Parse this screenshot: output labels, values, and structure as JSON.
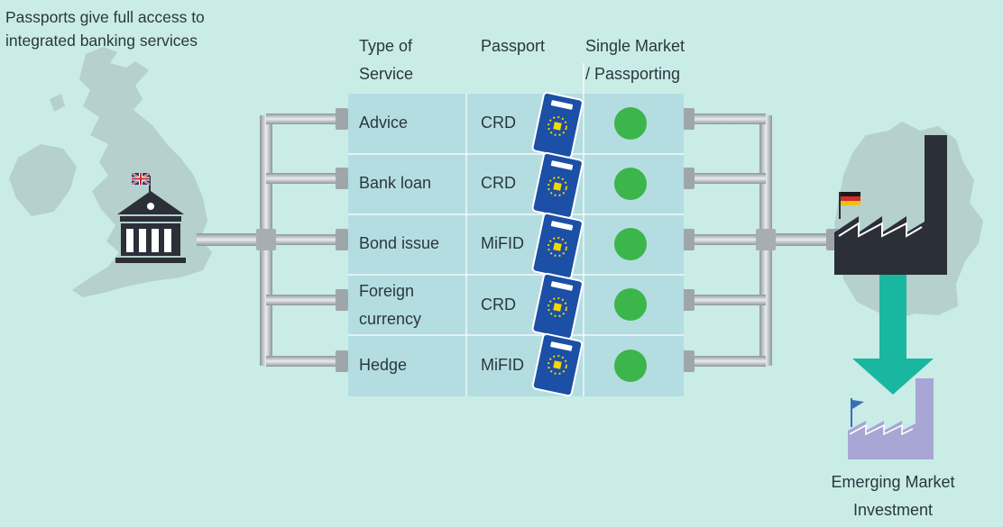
{
  "caption": {
    "line1": "Passports give full access to",
    "line2": "integrated banking services"
  },
  "table": {
    "headers": {
      "service_line1": "Type of",
      "service_line2": "Service",
      "passport": "Passport",
      "single_market_line1": "Single Market",
      "single_market_line2": "/ Passporting"
    },
    "rows": [
      {
        "service_line1": "Advice",
        "service_line2": "",
        "passport": "CRD",
        "passport_doc": "CRD"
      },
      {
        "service_line1": "Bank loan",
        "service_line2": "",
        "passport": "CRD",
        "passport_doc": "CRD"
      },
      {
        "service_line1": "Bond issue",
        "service_line2": "",
        "passport": "MiFID",
        "passport_doc": "MiFID"
      },
      {
        "service_line1": "Foreign",
        "service_line2": "currency",
        "passport": "CRD",
        "passport_doc": "CRD"
      },
      {
        "service_line1": "Hedge",
        "service_line2": "",
        "passport": "MiFID",
        "passport_doc": "MiFID"
      }
    ]
  },
  "destination": {
    "line1": "Emerging Market",
    "line2": "Investment"
  },
  "icons": {
    "origin_flag": "uk-flag-icon",
    "origin_building": "bank-building-icon",
    "destination_flag": "germany-flag-icon",
    "destination_building": "factory-icon",
    "emerging_building": "emerging-factory-icon",
    "arrow": "down-arrow-icon",
    "status": "green-dot-icon",
    "passport": "passport-booklet-icon"
  },
  "colors": {
    "background": "#c9ece7",
    "table_fill": "#b3dde1",
    "map": "#b5d0cd",
    "pipe": "#9fa6ab",
    "bank": "#2a2f38",
    "factory": "#2a2f38",
    "emerging_factory": "#a8a6d4",
    "arrow": "#19b7a0",
    "status_green": "#3cb54a",
    "passport_blue": "#1c4fa6"
  }
}
